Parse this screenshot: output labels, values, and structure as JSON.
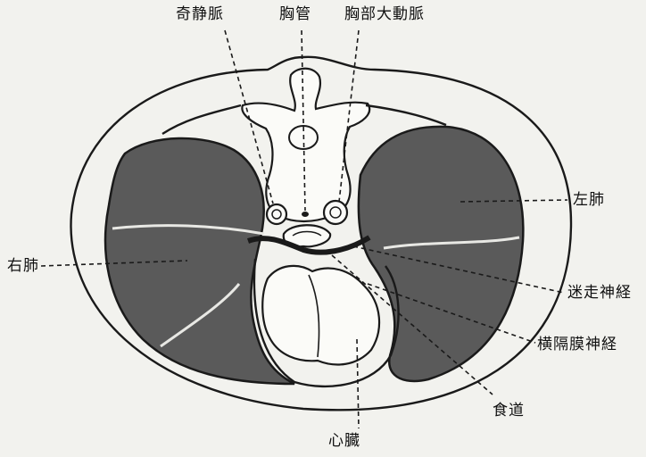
{
  "labels": {
    "azygos_vein": "奇静脈",
    "thoracic_duct": "胸管",
    "thoracic_aorta": "胸部大動脈",
    "left_lung": "左肺",
    "right_lung": "右肺",
    "vagus_nerve": "迷走神経",
    "phrenic_nerve": "横隔膜神経",
    "esophagus": "食道",
    "heart": "心臓"
  },
  "colors": {
    "background": "#f2f2ee",
    "lung_fill": "#5a5a5a",
    "outline": "#1a1a1a"
  }
}
